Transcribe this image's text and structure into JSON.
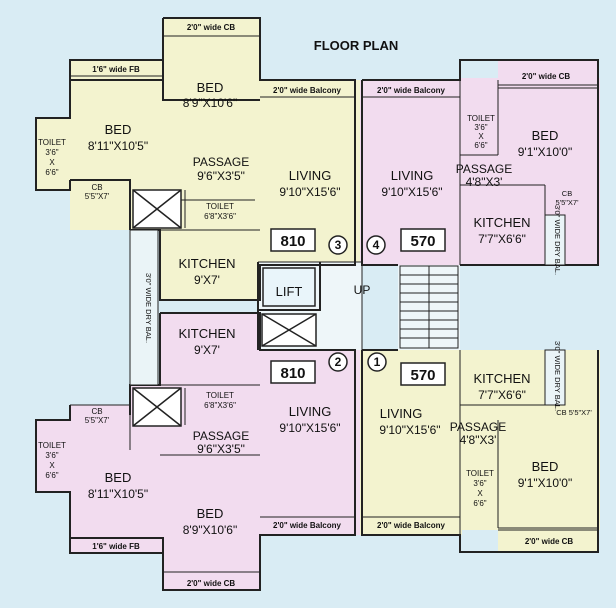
{
  "title": "FLOOR PLAN",
  "colors": {
    "background": "#d9ecf4",
    "yellow_unit": "#f3f3cf",
    "pink_unit": "#f2dcef",
    "wall": "#222222"
  },
  "common": {
    "lift": "LIFT",
    "up": "UP"
  },
  "flat3": {
    "number": "3",
    "area": "810",
    "cb_top": "2'0\" wide CB",
    "fb": "1'6\" wide FB",
    "balcony": "2'0\" wide Balcony",
    "bed1": "BED",
    "bed1_dim": "8'9\"X10'6\"",
    "bed2": "BED",
    "bed2_dim": "8'11\"X10'5\"",
    "toilet_v": [
      "TOILET",
      "3'6\"",
      "X",
      "6'6\""
    ],
    "cb_small": "CB",
    "cb_small_dim": "5'5\"X7'",
    "passage": "PASSAGE",
    "passage_dim": "9'6\"X3'5\"",
    "toilet2": "TOILET",
    "toilet2_dim": "6'8\"X3'6\"",
    "living": "LIVING",
    "living_dim": "9'10\"X15'6\"",
    "kitchen": "KITCHEN",
    "kitchen_dim": "9'X7'",
    "dry_bal": "3'0\" WIDE DRY BAL."
  },
  "flat4": {
    "number": "4",
    "area": "570",
    "balcony": "2'0\" wide Balcony",
    "cb_top": "2'0\" wide CB",
    "toilet_v": [
      "TOILET",
      "3'6\"",
      "X",
      "6'6\""
    ],
    "bed": "BED",
    "bed_dim": "9'1\"X10'0\"",
    "living": "LIVING",
    "living_dim": "9'10\"X15'6\"",
    "passage": "PASSAGE",
    "passage_dim": "4'8\"X3'",
    "cb_small": "CB",
    "cb_small_dim": "5'5\"X7'",
    "kitchen": "KITCHEN",
    "kitchen_dim": "7'7\"X6'6\"",
    "dry_bal": "3'0\" WIDE DRY BAL."
  },
  "flat2": {
    "number": "2",
    "area": "810",
    "kitchen": "KITCHEN",
    "kitchen_dim": "9'X7'",
    "cb_small": "CB",
    "cb_small_dim": "5'5\"X7'",
    "toilet2": "TOILET",
    "toilet2_dim": "6'8\"X3'6\"",
    "passage": "PASSAGE",
    "passage_dim": "9'6\"X3'5\"",
    "living": "LIVING",
    "living_dim": "9'10\"X15'6\"",
    "toilet_v": [
      "TOILET",
      "3'6\"",
      "X",
      "6'6\""
    ],
    "bed2": "BED",
    "bed2_dim": "8'11\"X10'5\"",
    "bed1": "BED",
    "bed1_dim": "8'9\"X10'6\"",
    "balcony": "2'0\" wide Balcony",
    "fb": "1'6\" wide FB",
    "cb_bottom": "2'0\" wide CB"
  },
  "flat1": {
    "number": "1",
    "area": "570",
    "kitchen": "KITCHEN",
    "kitchen_dim": "7'7\"X6'6\"",
    "dry_bal": "3'0\" WIDE DRY BAL.",
    "living": "LIVING",
    "living_dim": "9'10\"X15'6\"",
    "cb_small": "CB 5'5\"X7'",
    "passage": "PASSAGE",
    "passage_dim": "4'8\"X3'",
    "toilet_v": [
      "TOILET",
      "3'6\"",
      "X",
      "6'6\""
    ],
    "bed": "BED",
    "bed_dim": "9'1\"X10'0\"",
    "balcony": "2'0\" wide Balcony",
    "cb_bottom": "2'0\" wide CB"
  }
}
